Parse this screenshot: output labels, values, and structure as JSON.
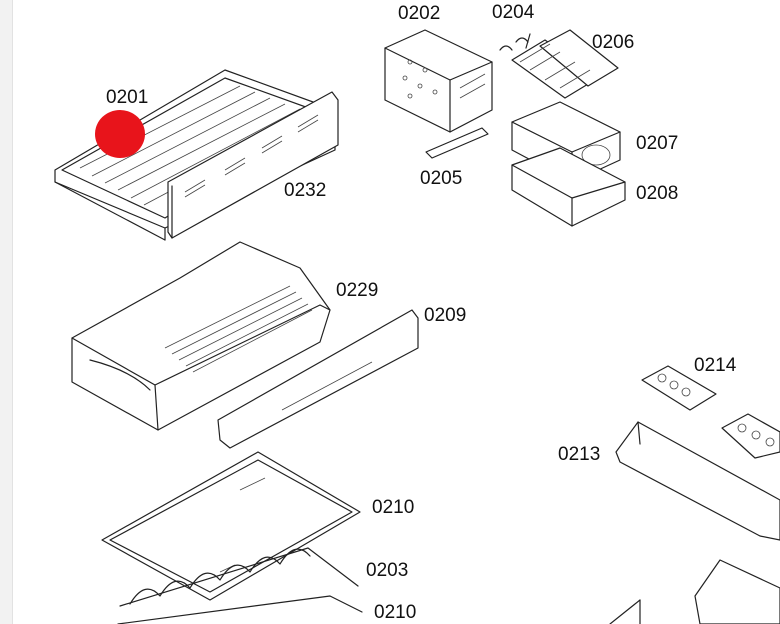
{
  "diagram": {
    "parts": [
      {
        "id": "0201",
        "label": "0201"
      },
      {
        "id": "0202",
        "label": "0202"
      },
      {
        "id": "0204",
        "label": "0204"
      },
      {
        "id": "0206",
        "label": "0206"
      },
      {
        "id": "0207",
        "label": "0207"
      },
      {
        "id": "0205",
        "label": "0205"
      },
      {
        "id": "0208",
        "label": "0208"
      },
      {
        "id": "0232",
        "label": "0232"
      },
      {
        "id": "0229",
        "label": "0229"
      },
      {
        "id": "0209",
        "label": "0209"
      },
      {
        "id": "0214",
        "label": "0214"
      },
      {
        "id": "0213",
        "label": "0213"
      },
      {
        "id": "0210a",
        "label": "0210"
      },
      {
        "id": "0203",
        "label": "0203"
      },
      {
        "id": "0210b",
        "label": "0210"
      }
    ],
    "marker": {
      "part": "0201",
      "color": "#e8141b"
    }
  }
}
